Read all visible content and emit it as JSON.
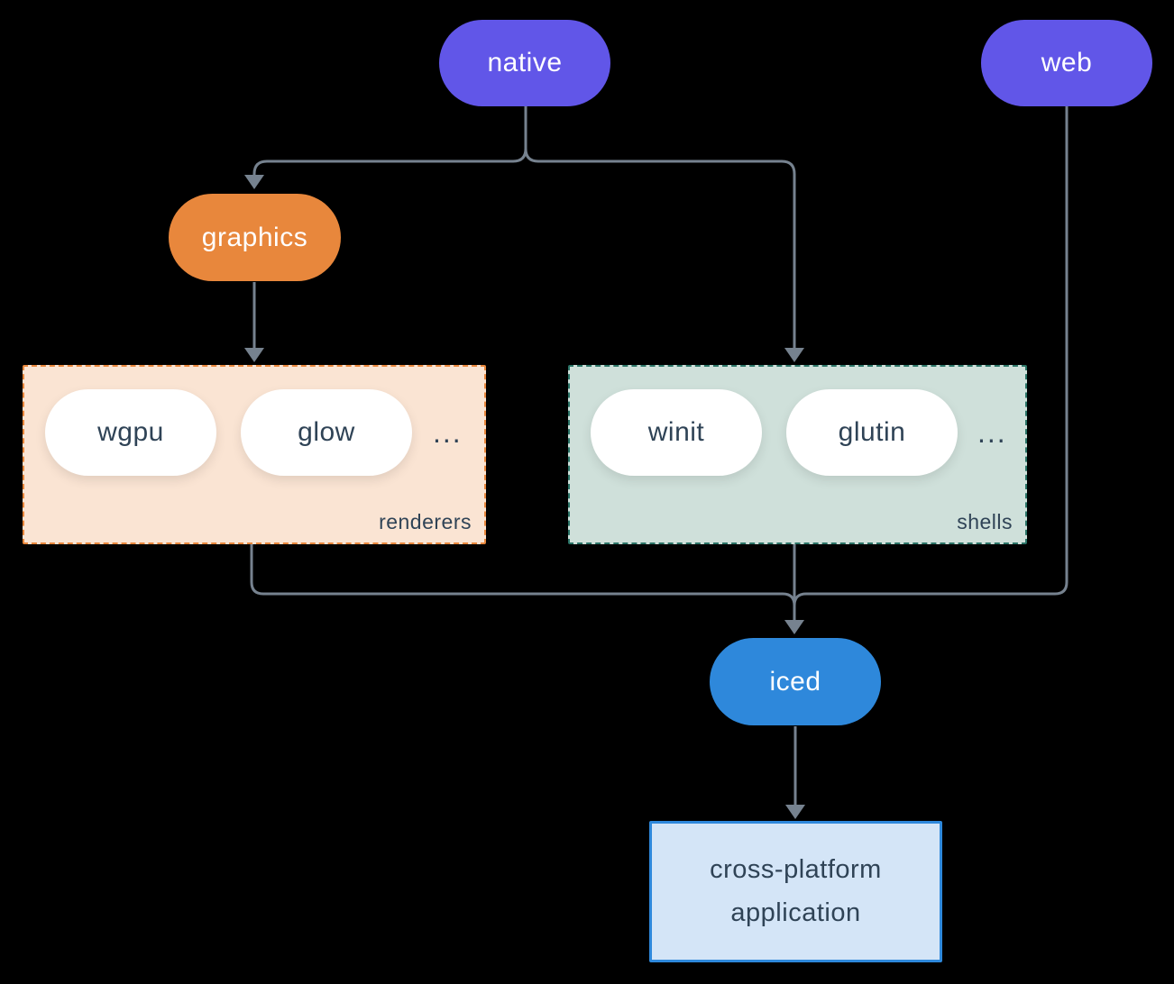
{
  "colors": {
    "background": "#000000",
    "arrow": "#76828F",
    "purple": "#6156E8",
    "orange": "#E8873C",
    "blue": "#2E88DB",
    "peach-fill": "#FAE4D3",
    "peach-border": "#E8873C",
    "sage-fill": "#CFE0DA",
    "sage-border": "#2B7467",
    "app-fill": "#D4E5F7",
    "app-border": "#2E88DB",
    "dark-text": "#2F4356",
    "pill-text": "#FFFFFF"
  },
  "nodes": {
    "native": {
      "label": "native"
    },
    "web": {
      "label": "web"
    },
    "graphics": {
      "label": "graphics"
    },
    "iced": {
      "label": "iced"
    },
    "application": {
      "label": "cross-platform application"
    }
  },
  "groups": {
    "renderers": {
      "label": "renderers",
      "items": [
        "wgpu",
        "glow"
      ],
      "ellipsis": "..."
    },
    "shells": {
      "label": "shells",
      "items": [
        "winit",
        "glutin"
      ],
      "ellipsis": "..."
    }
  }
}
